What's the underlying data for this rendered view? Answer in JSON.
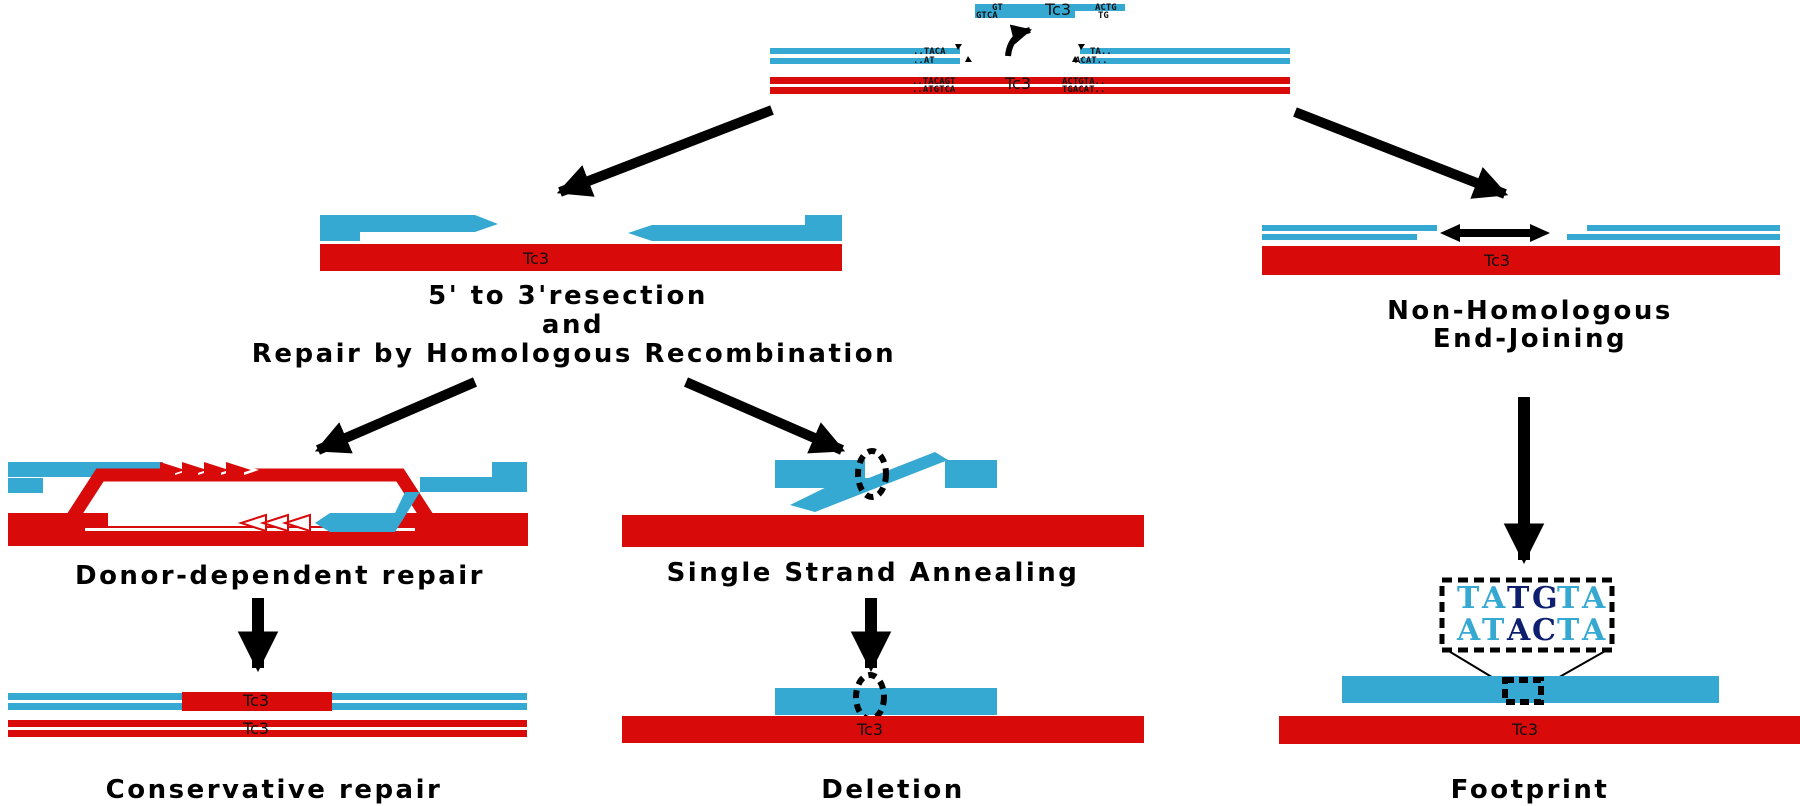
{
  "colors": {
    "blue": "#35a9d2",
    "red": "#d80a0a",
    "dark_blue": "#0d1f6e",
    "black": "#000000"
  },
  "top": {
    "tc3_label": "Tc3",
    "tc3_red_label": "Tc3",
    "tc3_left_top": "GT",
    "tc3_left_bottom": "GTCA",
    "tc3_right_top": "ACTG",
    "tc3_right_bottom": "TG",
    "blue_left_top": "..TACA",
    "blue_left_bottom": "..AT",
    "blue_right_top": "TA..",
    "blue_right_bottom": "ACAT..",
    "red_left_top": "..TACAGT",
    "red_left_bottom": "..ATGTCA",
    "red_right_top": "ACTGTA..",
    "red_right_bottom": "TGACAT.."
  },
  "hr": {
    "tc3_label": "Tc3",
    "caption_line1": "5' to 3'resection",
    "caption_line2": "and",
    "caption_line3": "Repair by Homologous Recombination"
  },
  "nhej": {
    "tc3_label": "Tc3",
    "caption_line1": "Non-Homologous",
    "caption_line2": "End-Joining"
  },
  "donor": {
    "caption": "Donor-dependent repair"
  },
  "ssa": {
    "caption": "Single Strand Annealing"
  },
  "conservative": {
    "tc3_upper": "Tc3",
    "tc3_lower": "Tc3",
    "caption": "Conservative repair"
  },
  "deletion": {
    "tc3_label": "Tc3",
    "caption": "Deletion"
  },
  "footprint": {
    "tc3_label": "Tc3",
    "caption": "Footprint",
    "row1": [
      {
        "base": "T",
        "tone": "light"
      },
      {
        "base": "A",
        "tone": "light"
      },
      {
        "base": "T",
        "tone": "dark"
      },
      {
        "base": "G",
        "tone": "dark"
      },
      {
        "base": "T",
        "tone": "light"
      },
      {
        "base": "A",
        "tone": "light"
      }
    ],
    "row2": [
      {
        "base": "A",
        "tone": "light"
      },
      {
        "base": "T",
        "tone": "light"
      },
      {
        "base": "A",
        "tone": "dark"
      },
      {
        "base": "C",
        "tone": "dark"
      },
      {
        "base": "T",
        "tone": "light"
      },
      {
        "base": "A",
        "tone": "light"
      }
    ]
  }
}
